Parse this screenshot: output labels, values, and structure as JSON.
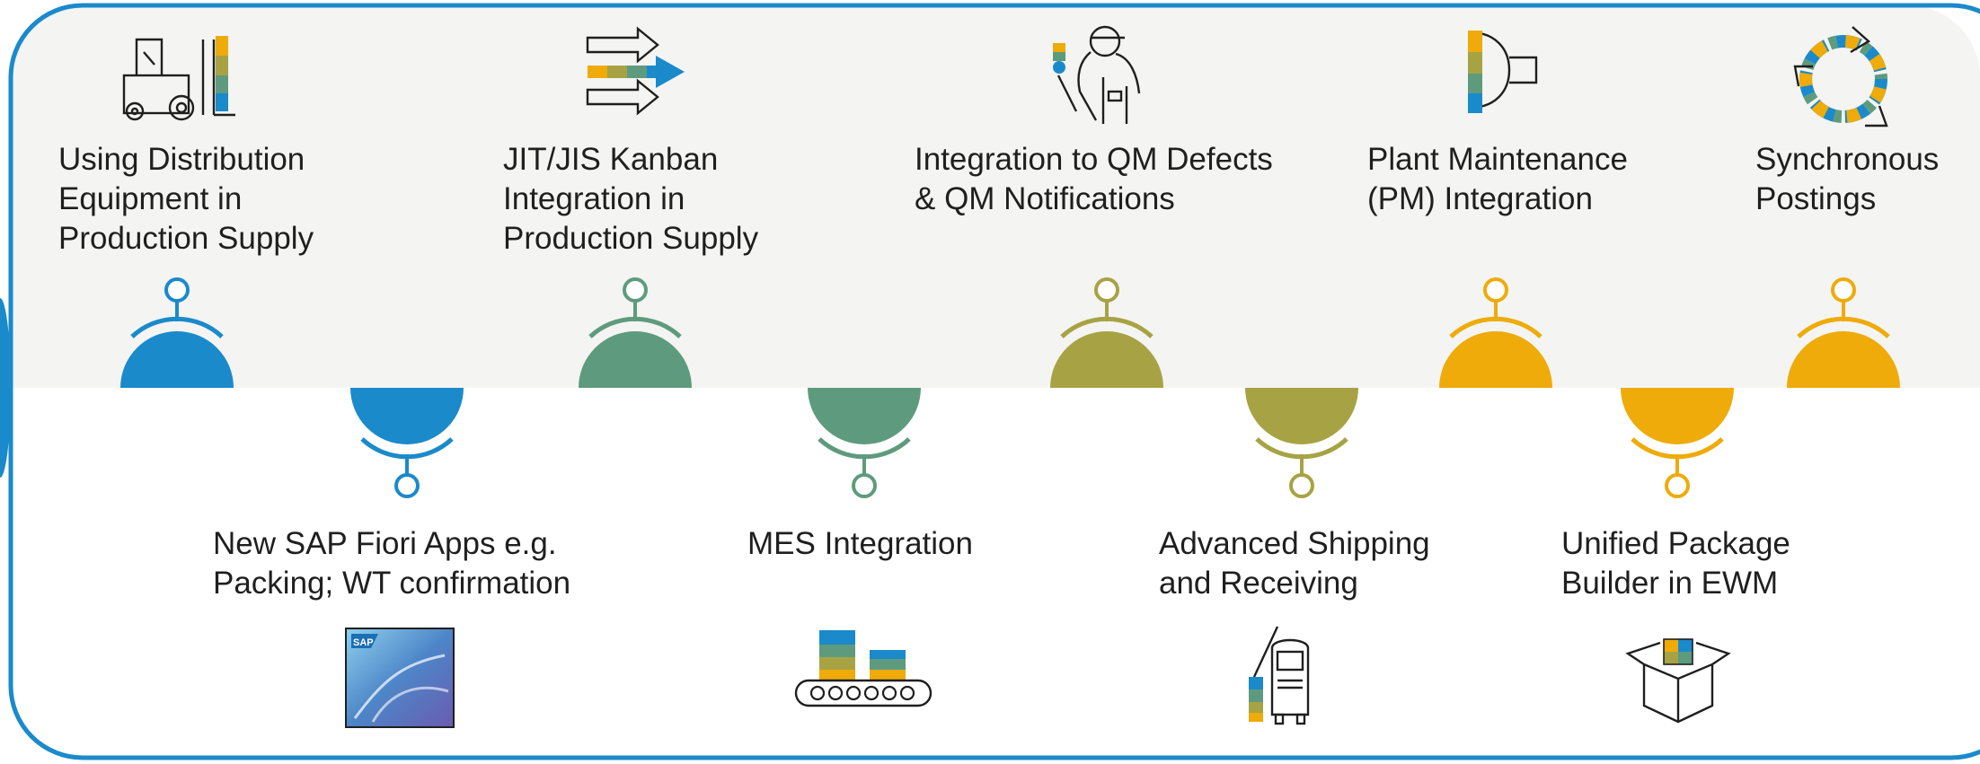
{
  "colors": {
    "frame": "#1a8acb",
    "top_panel_bg": "#f4f4f2",
    "blue": "#1a8acb",
    "green": "#5e9b7e",
    "olive": "#a7a344",
    "gold": "#eeab0a",
    "icon_ink": "#1f1f1f"
  },
  "milestones_top": [
    {
      "label": "Using Distribution\nEquipment in\nProduction Supply",
      "icon": "forklift-icon",
      "color": "#1a8acb"
    },
    {
      "label": "JIT/JIS Kanban\nIntegration in\nProduction Supply",
      "icon": "arrows-icon",
      "color": "#5e9b7e"
    },
    {
      "label": "Integration to QM Defects\n& QM Notifications",
      "icon": "lab-scientist-icon",
      "color": "#a7a344"
    },
    {
      "label": "Plant Maintenance\n(PM) Integration",
      "icon": "wrench-icon",
      "color": "#eeab0a"
    },
    {
      "label": "Synchronous\nPostings",
      "icon": "cycle-arrows-icon",
      "color": "#eeab0a"
    }
  ],
  "milestones_bottom": [
    {
      "label": "New SAP Fiori Apps e.g.\nPacking; WT confirmation",
      "icon": "sap-fiori-logo-icon",
      "color": "#1a8acb"
    },
    {
      "label": "MES Integration",
      "icon": "conveyor-belt-icon",
      "color": "#5e9b7e"
    },
    {
      "label": "Advanced Shipping\nand Receiving",
      "icon": "truck-gate-icon",
      "color": "#a7a344"
    },
    {
      "label": "Unified Package\nBuilder in EWM",
      "icon": "open-box-icon",
      "color": "#eeab0a"
    }
  ],
  "logo_text": "SAP"
}
